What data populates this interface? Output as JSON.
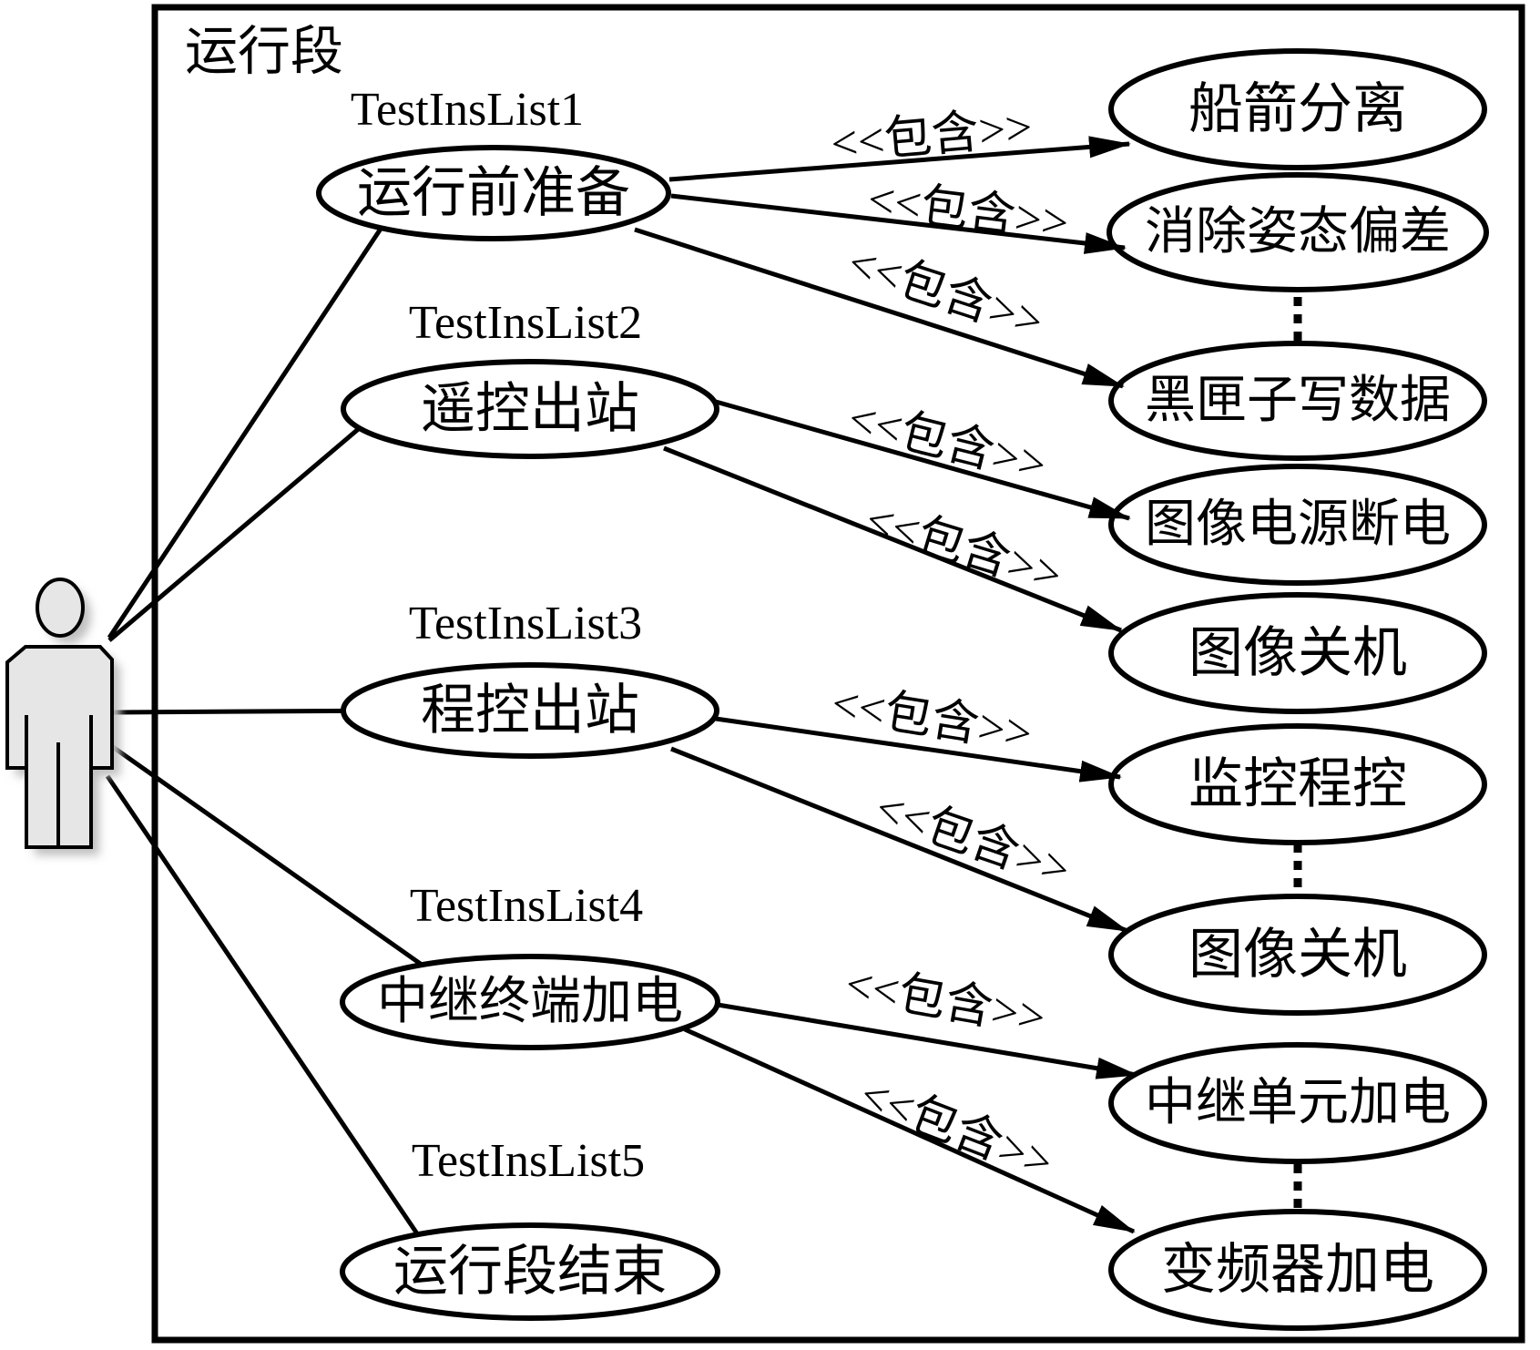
{
  "diagram": {
    "boundary_label": "运行段",
    "include_label": "<<包含>>",
    "ellipsis_symbol": "⋮",
    "left_use_cases": [
      {
        "group": "TestInsList1",
        "label": "运行前准备"
      },
      {
        "group": "TestInsList2",
        "label": "遥控出站"
      },
      {
        "group": "TestInsList3",
        "label": "程控出站"
      },
      {
        "group": "TestInsList4",
        "label": "中继终端加电"
      },
      {
        "group": "TestInsList5",
        "label": "运行段结束"
      }
    ],
    "right_use_cases": [
      {
        "label": "船箭分离"
      },
      {
        "label": "消除姿态偏差"
      },
      {
        "label": "黑匣子写数据"
      },
      {
        "label": "图像电源断电"
      },
      {
        "label": "图像关机"
      },
      {
        "label": "监控程控"
      },
      {
        "label": "图像关机"
      },
      {
        "label": "中继单元加电"
      },
      {
        "label": "变频器加电"
      }
    ],
    "relations": [
      {
        "from": "运行前准备",
        "to": "船箭分离",
        "type": "include"
      },
      {
        "from": "运行前准备",
        "to": "消除姿态偏差",
        "type": "include"
      },
      {
        "from": "运行前准备",
        "to": "黑匣子写数据",
        "type": "include"
      },
      {
        "from": "遥控出站",
        "to": "图像电源断电",
        "type": "include"
      },
      {
        "from": "遥控出站",
        "to": "图像关机",
        "type": "include"
      },
      {
        "from": "程控出站",
        "to": "监控程控",
        "type": "include"
      },
      {
        "from": "程控出站",
        "to": "图像关机",
        "type": "include"
      },
      {
        "from": "中继终端加电",
        "to": "中继单元加电",
        "type": "include"
      },
      {
        "from": "中继终端加电",
        "to": "变频器加电",
        "type": "include"
      }
    ]
  }
}
